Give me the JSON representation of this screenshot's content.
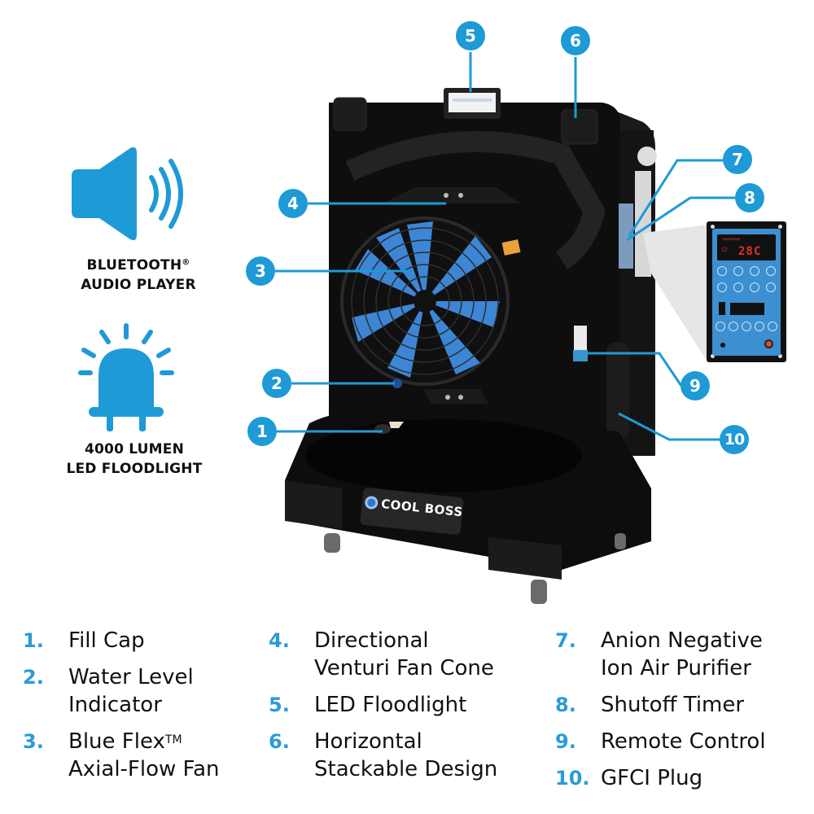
{
  "brand": {
    "name": "COOL BOSS",
    "accent_color": "#1e9ad6",
    "legend_number_color": "#2a9bd8",
    "text_color": "#111111"
  },
  "features": [
    {
      "icon": "speaker-icon",
      "line1": "BLUETOOTH",
      "reg": "®",
      "line2": "AUDIO PLAYER"
    },
    {
      "icon": "led-bulb-icon",
      "line1": "4000 LUMEN",
      "line2": "LED FLOODLIGHT"
    }
  ],
  "control_panel": {
    "temperature_display": "28C",
    "chevrons": "››››››››››"
  },
  "callouts": [
    {
      "num": "1"
    },
    {
      "num": "2"
    },
    {
      "num": "3"
    },
    {
      "num": "4"
    },
    {
      "num": "5"
    },
    {
      "num": "6"
    },
    {
      "num": "7"
    },
    {
      "num": "8"
    },
    {
      "num": "9"
    },
    {
      "num": "10"
    }
  ],
  "legend": {
    "columns": [
      [
        {
          "num": "1.",
          "text": "Fill Cap"
        },
        {
          "num": "2.",
          "text": "Water Level\nIndicator"
        },
        {
          "num": "3.",
          "text": "Blue Flex",
          "tm": "TM",
          "text2": "Axial-Flow Fan"
        }
      ],
      [
        {
          "num": "4.",
          "text": "Directional\nVenturi Fan Cone"
        },
        {
          "num": "5.",
          "text": "LED Floodlight"
        },
        {
          "num": "6.",
          "text": "Horizontal\nStackable Design"
        }
      ],
      [
        {
          "num": "7.",
          "text": "Anion Negative\nIon Air Purifier"
        },
        {
          "num": "8.",
          "text": "Shutoff Timer"
        },
        {
          "num": "9.",
          "text": "Remote Control"
        },
        {
          "num": "10.",
          "text": "GFCI Plug"
        }
      ]
    ]
  }
}
